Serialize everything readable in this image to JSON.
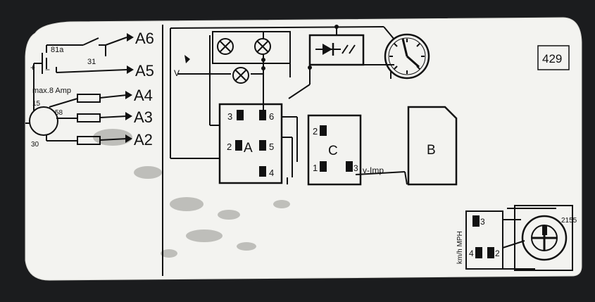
{
  "outputs": [
    "A6",
    "A5",
    "A4",
    "A3",
    "A2"
  ],
  "left_block": {
    "t81a": "81a",
    "t31": "31",
    "plus": "+",
    "minus": "−",
    "max_amp": "max.8 Amp",
    "t15": "15",
    "t58": "58",
    "t30": "30"
  },
  "v_label": "V",
  "connector_a": {
    "label": "A",
    "pins": [
      "3",
      "6",
      "2",
      "5",
      "4"
    ]
  },
  "connector_c": {
    "label": "C",
    "pins": [
      "2",
      "1",
      "3"
    ],
    "v_imp": "v-Imp"
  },
  "box_b": {
    "label": "B"
  },
  "code": "429",
  "sensor": {
    "unit": "km/h MPH",
    "pins": [
      "3",
      "4",
      "2"
    ],
    "part": "2155"
  },
  "colors": {
    "label_bg": "#f3f3f0",
    "ink": "#111111",
    "case": "#1b1c1e"
  }
}
